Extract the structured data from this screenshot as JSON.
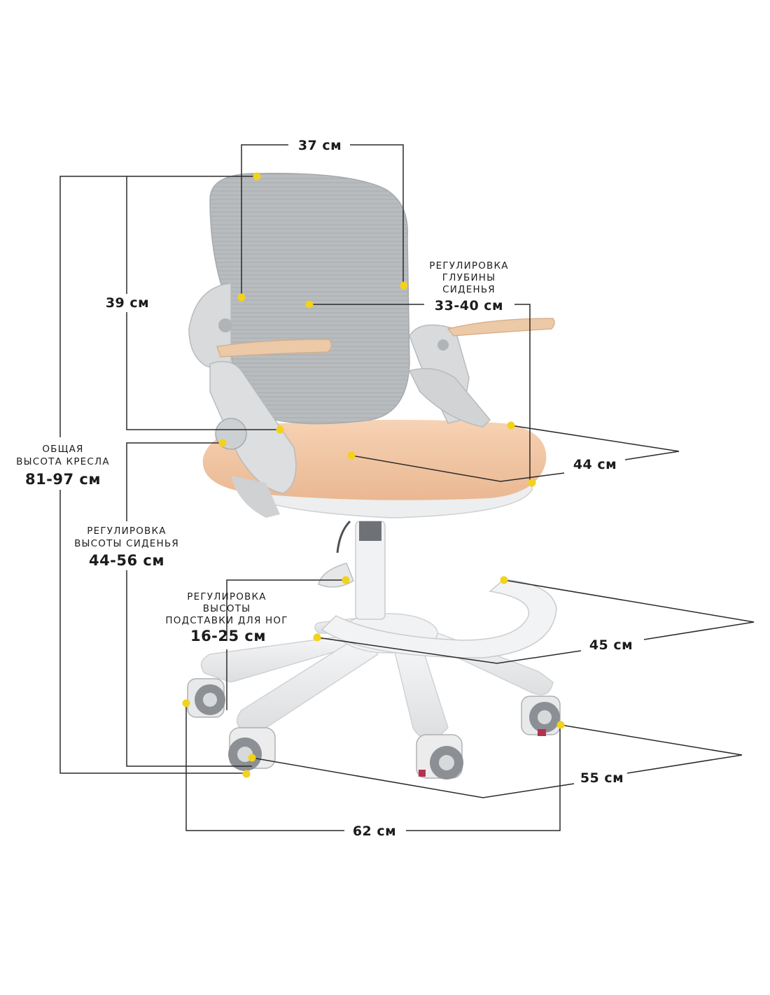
{
  "dimensions": {
    "back_width": "37 см",
    "back_height": "39 см",
    "seat_depth": {
      "line1": "РЕГУЛИРОВКА",
      "line2": "ГЛУБИНЫ",
      "line3": "СИДЕНЬЯ",
      "value": "33-40 см"
    },
    "seat_width": "44 см",
    "total_height": {
      "line1": "ОБЩАЯ",
      "line2": "ВЫСОТА КРЕСЛА",
      "value": "81-97 см"
    },
    "seat_height": {
      "line1": "РЕГУЛИРОВКА",
      "line2": "ВЫСОТЫ СИДЕНЬЯ",
      "value": "44-56 см"
    },
    "footrest_height": {
      "line1": "РЕГУЛИРОВКА",
      "line2": "ВЫСОТЫ",
      "line3": "ПОДСТАВКИ ДЛЯ НОГ",
      "value": "16-25 см"
    },
    "footrest_width": "45 см",
    "base_depth": "55 см",
    "base_width": "62 см"
  },
  "colors": {
    "marker": "#f2d21b",
    "mesh": "#b9bcbf",
    "frame": "#d9dbdc",
    "seat": "#f2c7a5",
    "armrest": "#ecc9a7",
    "base": "#eeeff0"
  }
}
